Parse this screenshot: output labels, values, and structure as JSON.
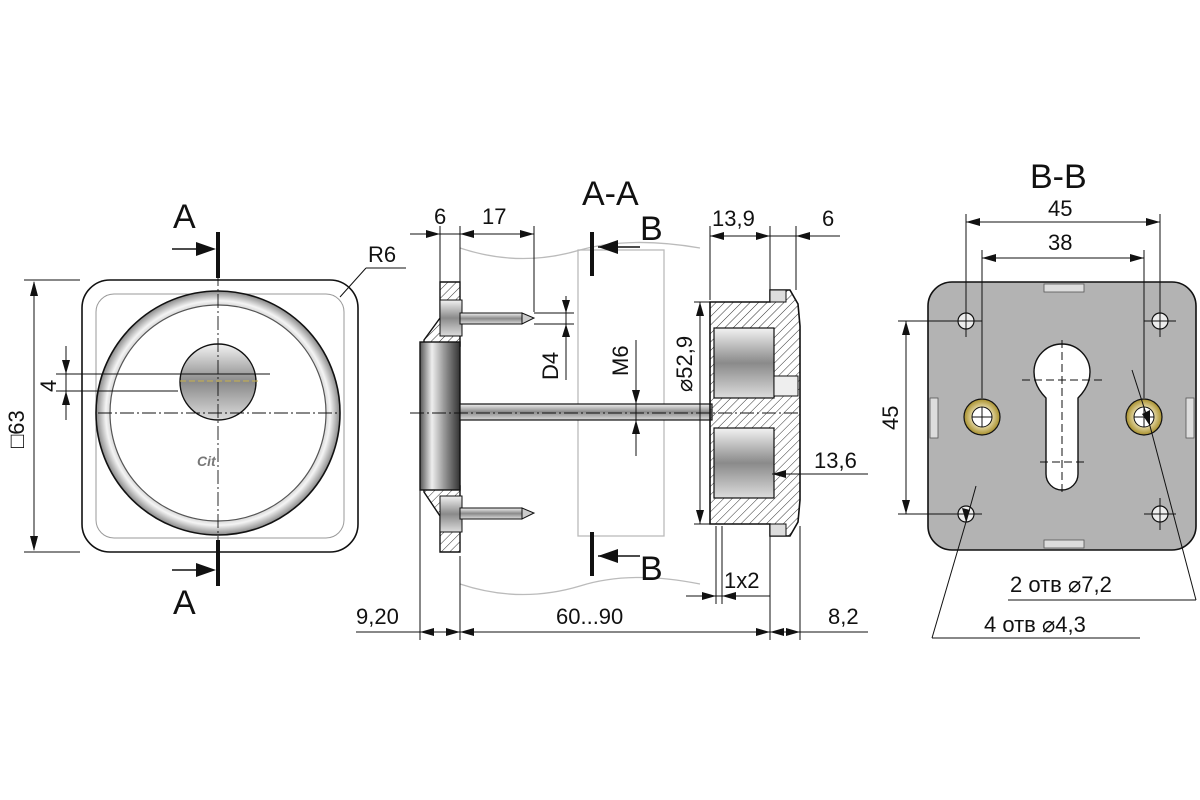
{
  "view_front": {
    "section_top": "A",
    "section_bottom": "A",
    "radius_label": "R6",
    "size_label": "□63",
    "offset_label": "4",
    "logo_text": "Cit"
  },
  "view_section": {
    "title": "A-A",
    "marker_top": "B",
    "marker_bottom": "B",
    "dims": {
      "flange_width": "6",
      "pin_length": "17",
      "cap_depth": "13,9",
      "cap_lip": "6",
      "pin_diameter": "D4",
      "thread": "M6",
      "cap_diameter": "⌀52,9",
      "cap_height": "13,6",
      "chamfer": "1x2",
      "left_plate": "9,20",
      "door_thickness": "60...90",
      "right_plate": "8,2"
    }
  },
  "view_back": {
    "title": "B-B",
    "dims": {
      "outer_spacing": "45",
      "inner_spacing": "38",
      "vertical_spacing": "45",
      "holes_large": "2 отв ⌀7,2",
      "holes_small": "4 отв ⌀4,3"
    }
  },
  "colors": {
    "line": "#111111",
    "plate_fill": "#b3b3b3",
    "ghost_line": "#bbbbbb",
    "brass": "#c9b24a"
  }
}
